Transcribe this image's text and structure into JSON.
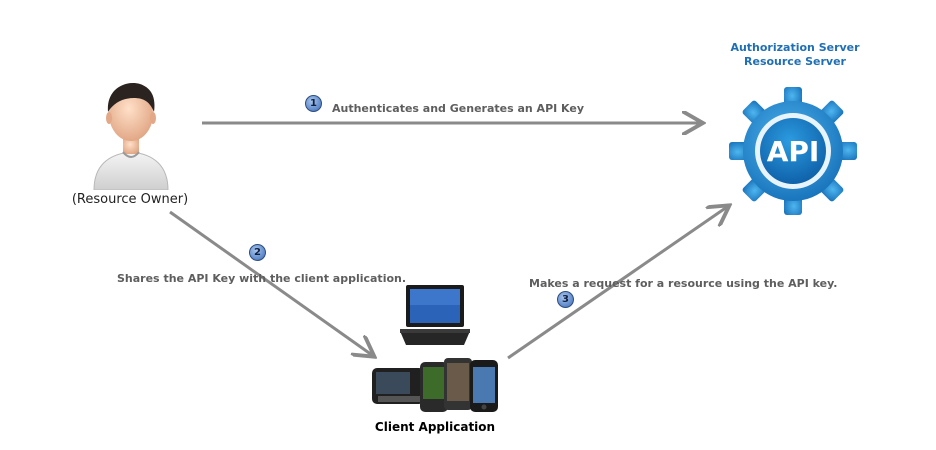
{
  "server": {
    "title_line1": "Authorization Server",
    "title_line2": "Resource Server",
    "gear_label": "API"
  },
  "owner": {
    "caption": "(Resource Owner)"
  },
  "client": {
    "caption": "Client Application"
  },
  "steps": [
    {
      "number": "1",
      "text": "Authenticates and Generates an API Key"
    },
    {
      "number": "2",
      "text": "Shares the API Key with the client application."
    },
    {
      "number": "3",
      "text": "Makes a request for a resource using the API key."
    }
  ],
  "colors": {
    "arrow": "#8a8a8a",
    "badge": "#5b86c9",
    "server_title": "#1f6fb5",
    "gear": "#1e87d0"
  }
}
